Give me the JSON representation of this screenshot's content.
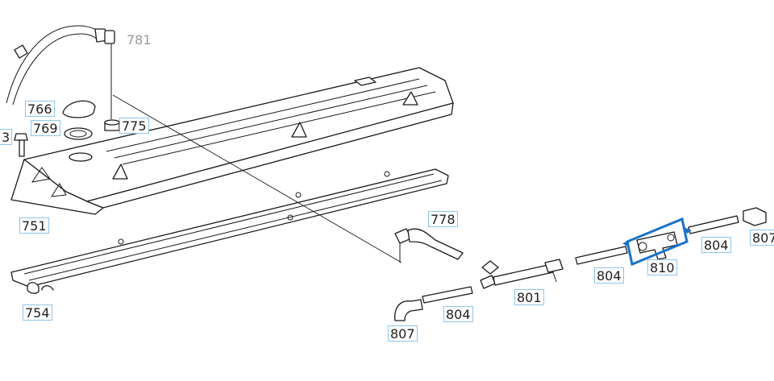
{
  "diagram": {
    "highlight_color": "#1a73c8",
    "callout_border_color": "#8ec5ea",
    "selected_part": "810",
    "callouts": {
      "c781": "781",
      "c766": "766",
      "c769": "769",
      "c775": "775",
      "c3": "3",
      "c751": "751",
      "c754": "754",
      "c778": "778",
      "c804a": "804",
      "c810": "810",
      "c804b": "804",
      "c807a": "807",
      "c801": "801",
      "c804c": "804",
      "c807b": "807"
    }
  }
}
